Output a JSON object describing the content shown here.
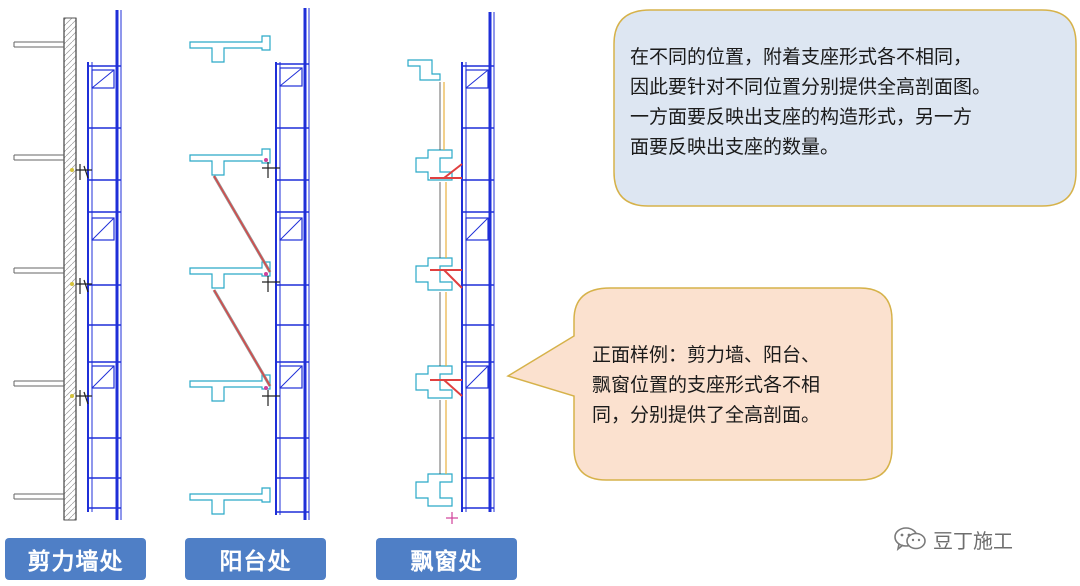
{
  "labels": {
    "shear_wall": "剪力墙处",
    "balcony": "阳台处",
    "bay_window": "飘窗处"
  },
  "callouts": {
    "top_line1": "在不同的位置，附着支座形式各不相同，",
    "top_line2": "因此要针对不同位置分别提供全高剖面图。",
    "top_line3": "一方面要反映出支座的构造形式，另一方",
    "top_line4": "面要反映出支座的数量。",
    "bottom_line1": "正面样例：剪力墙、阳台、",
    "bottom_line2": "飘窗位置的支座形式各不相",
    "bottom_line3": "同，分别提供了全高剖面。"
  },
  "watermark": {
    "text": "豆丁施工",
    "icon": "wechat-icon"
  },
  "colors": {
    "label_bg": "#4f7fc6",
    "callout_top_fill": "#dde6f2",
    "callout_bottom_fill": "#fbe1cf",
    "callout_border": "#d6b24a",
    "frame_blue": "#1f2fd8",
    "brace_red": "#e04040"
  }
}
